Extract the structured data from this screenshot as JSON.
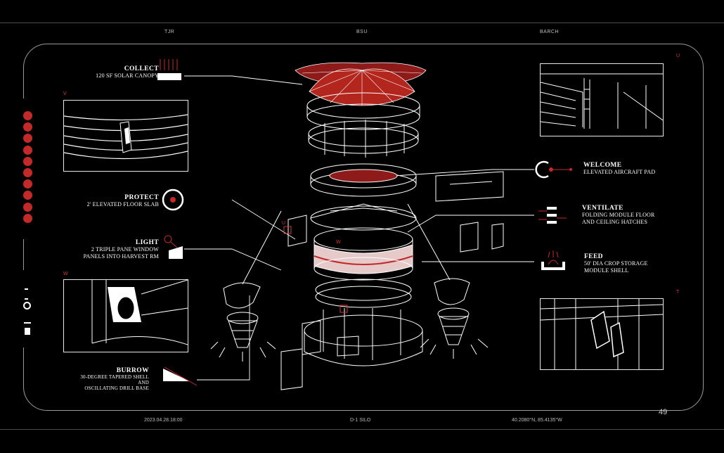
{
  "header": {
    "left": "TJR",
    "center": "BSU",
    "right": "BARCH"
  },
  "footer": {
    "left": "2023.04.28.18:00",
    "center": "D-1 SILO",
    "right": "40.2080°N, 85.4135°W"
  },
  "page_number": "49",
  "labels": {
    "collect": {
      "title": "COLLECT",
      "sub": "120 SF SOLAR CANOPY"
    },
    "protect": {
      "title": "PROTECT",
      "sub": "2' ELEVATED FLOOR SLAB"
    },
    "light": {
      "title": "LIGHT",
      "sub1": "2 TRIPLE  PANE WINDOW",
      "sub2": "PANELS INTO HARVEST RM"
    },
    "burrow": {
      "title": "BURROW",
      "sub1": "30-DEGREE TAPERED SHELL",
      "sub2": "AND",
      "sub3": "OSCILLATING DRILL BASE"
    },
    "welcome": {
      "title": "WELCOME",
      "sub": "ELEVATED AIRCRAFT PAD"
    },
    "ventilate": {
      "title": "VENTILATE",
      "sub1": "FOLDING MODULE FLOOR",
      "sub2": "AND CEILING HATCHES"
    },
    "feed": {
      "title": "FEED",
      "sub1": "50' DIA CROP STORAGE",
      "sub2": "MODULE SHELL"
    }
  },
  "panel_tags": {
    "v": "V",
    "w": "W",
    "u": "U",
    "t": "T"
  },
  "diagram_tags": {
    "u": "U",
    "w": "W"
  },
  "colors": {
    "accent": "#c22a2a",
    "line": "#ffffff",
    "background": "#000000"
  }
}
